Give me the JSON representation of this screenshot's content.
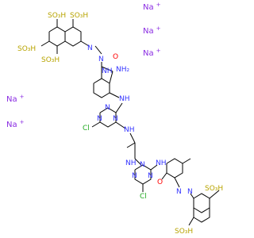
{
  "palette": {
    "bond": "#000000",
    "nitrogen": "#3333ff",
    "oxygen": "#ff0000",
    "sulfur": "#b8a400",
    "chlorine": "#22aa22",
    "sodium": "#8a2be2",
    "carbon": "#000000"
  },
  "counterions": [
    {
      "label": "Na",
      "charge": "+"
    },
    {
      "label": "Na",
      "charge": "+"
    },
    {
      "label": "Na",
      "charge": "+"
    },
    {
      "label": "Na",
      "charge": "+"
    },
    {
      "label": "Na",
      "charge": "+"
    }
  ],
  "labels": {
    "so3h_top1": "SO₃H",
    "so3h_top2": "SO₃H",
    "so3h_left": "SO₃H",
    "so3h_mid": "SO₃H",
    "urea_o": "O",
    "urea_n": "NH₂",
    "urea_nh": "NH",
    "azo1_n1": "N",
    "azo1_n2": "N",
    "nh1": "NH",
    "triazine1_n1": "N",
    "triazine1_n2": "N",
    "triazine1_n3": "N",
    "cl1": "Cl",
    "nh2": "NH",
    "nh3": "NH",
    "nh4": "NH",
    "triazine2_n1": "N",
    "triazine2_n2": "N",
    "triazine2_n3": "N",
    "cl2": "Cl",
    "methoxy_o": "O",
    "azo2_n1": "N",
    "azo2_n2": "N",
    "so3h_right1": "SO₃H",
    "so3h_right2": "SO₃H"
  }
}
